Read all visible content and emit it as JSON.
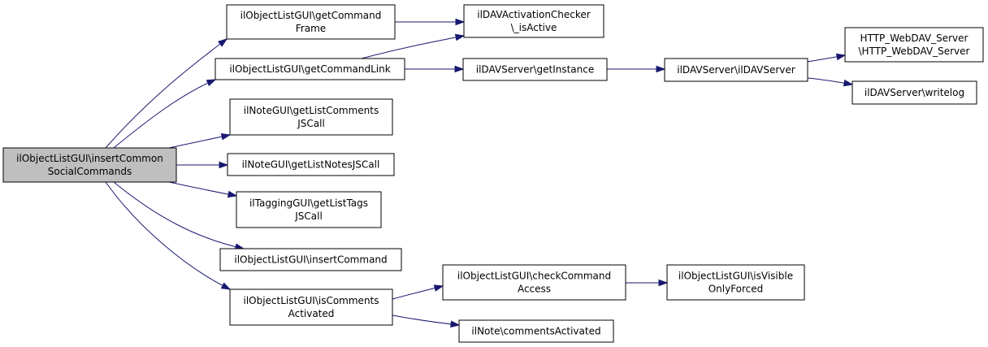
{
  "colors": {
    "node_fill": "#ffffff",
    "root_fill": "#bfbfbf",
    "node_border": "#000000",
    "edge": "#191970"
  },
  "nodes": {
    "root": {
      "lines": [
        "ilObjectListGUI\\insertCommon",
        "SocialCommands"
      ]
    },
    "getCommandFrame": {
      "lines": [
        "ilObjectListGUI\\getCommand",
        "Frame"
      ]
    },
    "getCommandLink": {
      "lines": [
        "ilObjectListGUI\\getCommandLink"
      ]
    },
    "getListCommentsJSCall": {
      "lines": [
        "ilNoteGUI\\getListComments",
        "JSCall"
      ]
    },
    "getListNotesJSCall": {
      "lines": [
        "ilNoteGUI\\getListNotesJSCall"
      ]
    },
    "getListTagsJSCall": {
      "lines": [
        "ilTaggingGUI\\getListTags",
        "JSCall"
      ]
    },
    "insertCommand": {
      "lines": [
        "ilObjectListGUI\\insertCommand"
      ]
    },
    "isCommentsActivated": {
      "lines": [
        "ilObjectListGUI\\isComments",
        "Activated"
      ]
    },
    "davIsActive": {
      "lines": [
        "ilDAVActivationChecker",
        "\\_isActive"
      ]
    },
    "davGetInstance": {
      "lines": [
        "ilDAVServer\\getInstance"
      ]
    },
    "davServer": {
      "lines": [
        "ilDAVServer\\ilDAVServer"
      ]
    },
    "httpWebDav": {
      "lines": [
        "HTTP_WebDAV_Server",
        "\\HTTP_WebDAV_Server"
      ]
    },
    "writelog": {
      "lines": [
        "ilDAVServer\\writelog"
      ]
    },
    "checkCommandAccess": {
      "lines": [
        "ilObjectListGUI\\checkCommand",
        "Access"
      ]
    },
    "isVisibleOnlyForced": {
      "lines": [
        "ilObjectListGUI\\isVisible",
        "OnlyForced"
      ]
    },
    "commentsActivated": {
      "lines": [
        "ilNote\\commentsActivated"
      ]
    }
  },
  "edges": [
    {
      "from": "root",
      "to": "getCommandFrame"
    },
    {
      "from": "root",
      "to": "getCommandLink"
    },
    {
      "from": "root",
      "to": "getListCommentsJSCall"
    },
    {
      "from": "root",
      "to": "getListNotesJSCall"
    },
    {
      "from": "root",
      "to": "getListTagsJSCall"
    },
    {
      "from": "root",
      "to": "insertCommand"
    },
    {
      "from": "root",
      "to": "isCommentsActivated"
    },
    {
      "from": "getCommandFrame",
      "to": "davIsActive"
    },
    {
      "from": "getCommandLink",
      "to": "davIsActive"
    },
    {
      "from": "getCommandLink",
      "to": "davGetInstance"
    },
    {
      "from": "davGetInstance",
      "to": "davServer"
    },
    {
      "from": "davServer",
      "to": "httpWebDav"
    },
    {
      "from": "davServer",
      "to": "writelog"
    },
    {
      "from": "isCommentsActivated",
      "to": "checkCommandAccess"
    },
    {
      "from": "isCommentsActivated",
      "to": "commentsActivated"
    },
    {
      "from": "checkCommandAccess",
      "to": "isVisibleOnlyForced"
    }
  ]
}
